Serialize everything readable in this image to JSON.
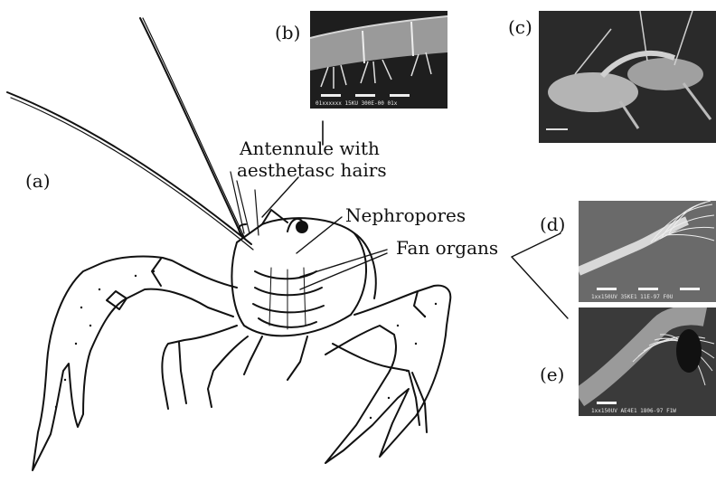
{
  "labels": {
    "panel_a": "(a)",
    "panel_b": "(b)",
    "panel_c": "(c)",
    "panel_d": "(d)",
    "panel_e": "(e)",
    "antennule_line1": "Antennule with",
    "antennule_line2": "aesthetasc hairs",
    "nephropores": "Nephropores",
    "fan_organs": "Fan organs"
  },
  "colors": {
    "ink": "#111111",
    "sem_dark": "#1e1e1e",
    "sem_mid": "#6a6a6a",
    "sem_light": "#d6d6d6"
  },
  "icons": {
    "crayfish": "crayfish-line-drawing",
    "sem_b": "antennule-sem-micrograph",
    "photo_c": "crayfish-pair-photo",
    "sem_d": "fan-organ-sem-micrograph",
    "sem_e": "fan-organ-closeup-sem-micrograph"
  }
}
